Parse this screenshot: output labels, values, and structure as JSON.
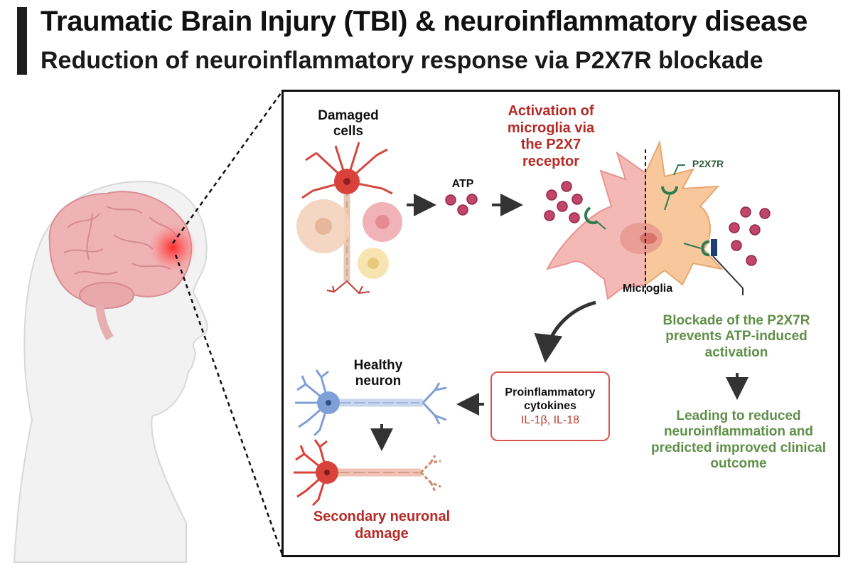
{
  "header": {
    "title": "Traumatic Brain Injury (TBI) & neuroinflammatory disease",
    "subtitle": "Reduction of neuroinflammatory response via P2X7R blockade"
  },
  "labels": {
    "damaged_cells": "Damaged cells",
    "atp": "ATP",
    "activation": "Activation of microglia via the P2X7 receptor",
    "p2x7r": "P2X7R",
    "microglia": "Microglia",
    "blockade": "Blockade of the P2X7R prevents ATP-induced activation",
    "outcome": "Leading to reduced neuroinflammation and predicted improved clinical outcome",
    "healthy_neuron": "Healthy neuron",
    "secondary_damage": "Secondary neuronal damage"
  },
  "cytokines": {
    "title": "Proinflammatory cytokines",
    "list": "IL-1β, IL-18"
  },
  "colors": {
    "title_red": "#b52a25",
    "title_green": "#5f8f48",
    "atp_dot": "#c2456a",
    "receptor_green": "#2e7d4f",
    "blocker_navy": "#1f3f73",
    "microglia_pink": "#f4b8b5",
    "microglia_orange": "#f8c89c",
    "neuron_red": "#d9423a",
    "neuron_blue": "#7f9fd7",
    "brain_pink": "#efb3b6"
  },
  "icons": [
    "brain-icon",
    "head-silhouette-icon",
    "damaged-neuron-icon",
    "atp-molecule-icon",
    "microglia-cell-icon",
    "p2x7-receptor-icon",
    "receptor-blocker-icon",
    "healthy-neuron-icon",
    "damaged-neuron-icon"
  ]
}
